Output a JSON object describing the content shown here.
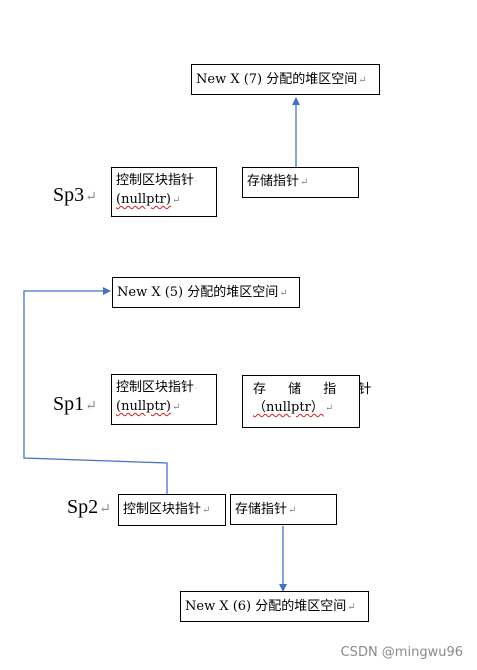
{
  "diagram": {
    "top_heap_box": "New X (7)  分配的堆区空间",
    "sp3": {
      "label": "Sp3",
      "control_block_title": "控制区块指针",
      "control_block_value": "(nullptr)",
      "storage_pointer": "存储指针"
    },
    "middle_heap_box": "New X (5)  分配的堆区空间",
    "sp1": {
      "label": "Sp1",
      "control_block_title": "控制区块指针",
      "control_block_value": "(nullptr)",
      "storage_pointer_title": "存 储 指 针",
      "storage_pointer_value": "（nullptr）"
    },
    "sp2": {
      "label": "Sp2",
      "control_block_title": "控制区块指针",
      "storage_pointer": "存储指针"
    },
    "bottom_heap_box": "New X (6)  分配的堆区空间",
    "paragraph_mark": "↵",
    "colors": {
      "arrow": "#4472c4",
      "border": "#000000",
      "paragraph_mark": "#8a8a8a",
      "spellcheck_underline": "#d02020"
    }
  },
  "watermark": "CSDN @mingwu96"
}
